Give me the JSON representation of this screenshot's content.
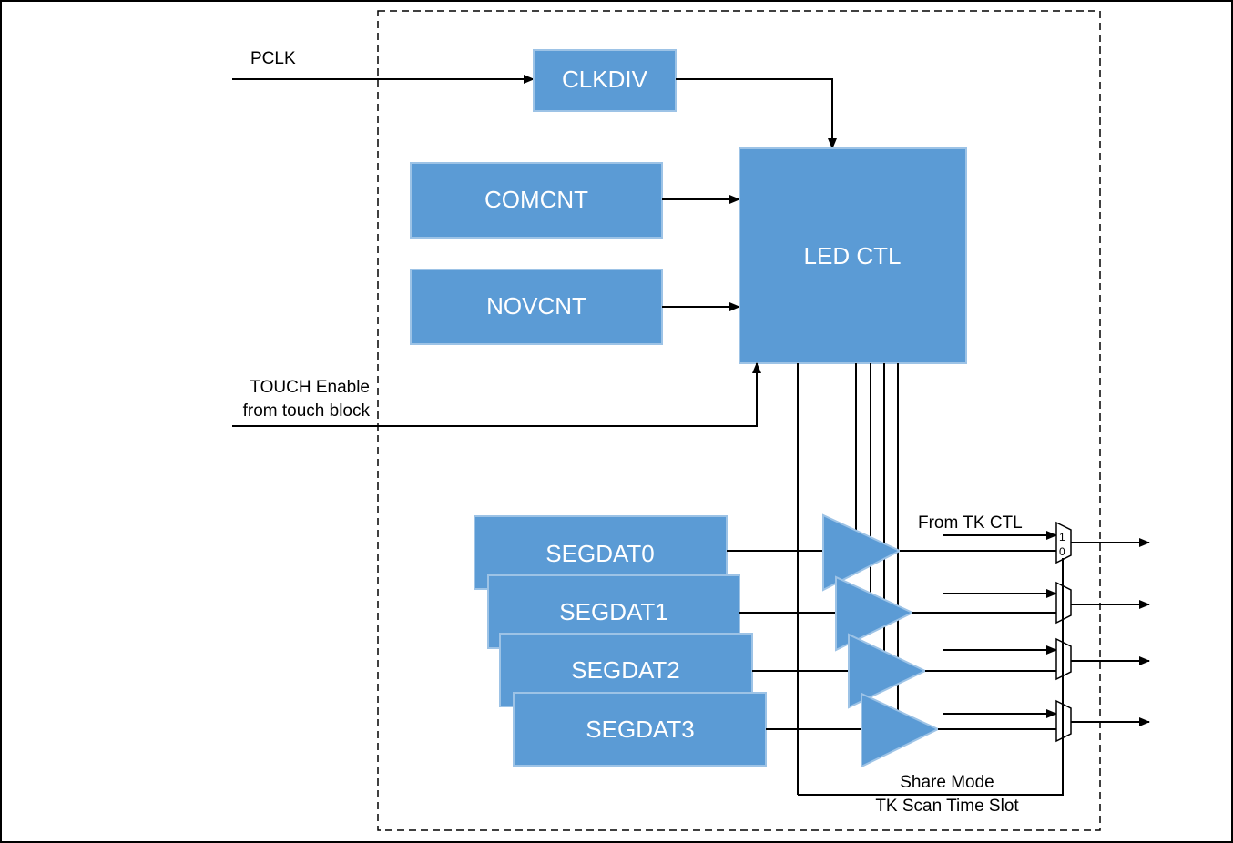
{
  "colors": {
    "block_fill": "#5b9bd5",
    "block_edge": "#9dc3e6",
    "line": "#000000",
    "border": "#000000"
  },
  "inputs": {
    "pclk": "PCLK",
    "touch_enable_line1": "TOUCH Enable",
    "touch_enable_line2": "from touch block",
    "from_tk_ctl": "From TK CTL"
  },
  "blocks": {
    "clkdiv": "CLKDIV",
    "comcnt": "COMCNT",
    "novcnt": "NOVCNT",
    "led_ctl": "LED CTL",
    "segdat0": "SEGDAT0",
    "segdat1": "SEGDAT1",
    "segdat2": "SEGDAT2",
    "segdat3": "SEGDAT3"
  },
  "mux": {
    "input_1": "1",
    "input_0": "0"
  },
  "notes": {
    "share_mode": "Share Mode",
    "tk_scan": "TK Scan Time Slot"
  }
}
